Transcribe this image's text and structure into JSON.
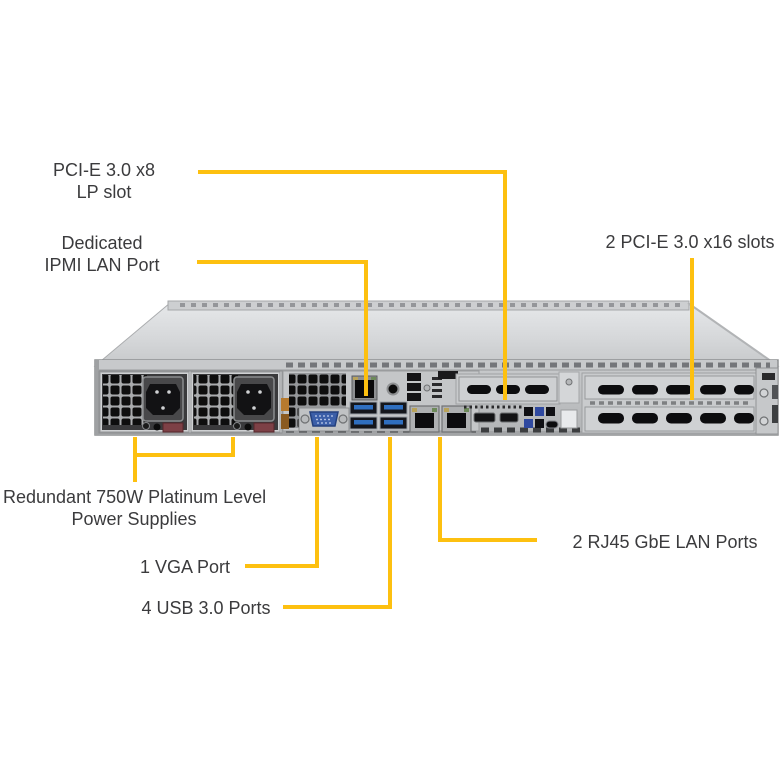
{
  "diagram": {
    "kind": "server-rear-port-callout-diagram"
  },
  "colors": {
    "background": "#FFFFFF",
    "callout_line": "#FDC010",
    "label_text": "#3B3B3D",
    "chassis_top_light": "#E2E4E6",
    "chassis_panel": "#C2C4C6",
    "psu_body_dark": "#3A3A3C",
    "vent_hole_black": "#0E0E0E",
    "vga_blue": "#3B5EA8",
    "usb_blue": "#2F6FC0",
    "psu_tab_maroon": "#7D4046"
  },
  "callouts": {
    "pcie_x8": {
      "line1": "PCI-E 3.0 x8",
      "line2": "LP slot"
    },
    "ipmi": {
      "line1": "Dedicated",
      "line2": "IPMI LAN Port"
    },
    "pcie_x16": {
      "line1": "2 PCI-E 3.0 x16 slots"
    },
    "psu": {
      "line1": "Redundant 750W Platinum Level",
      "line2": "Power Supplies"
    },
    "vga": {
      "line1": "1 VGA Port"
    },
    "usb": {
      "line1": "4 USB 3.0 Ports"
    },
    "lan": {
      "line1": "2 RJ45 GbE LAN Ports"
    }
  }
}
